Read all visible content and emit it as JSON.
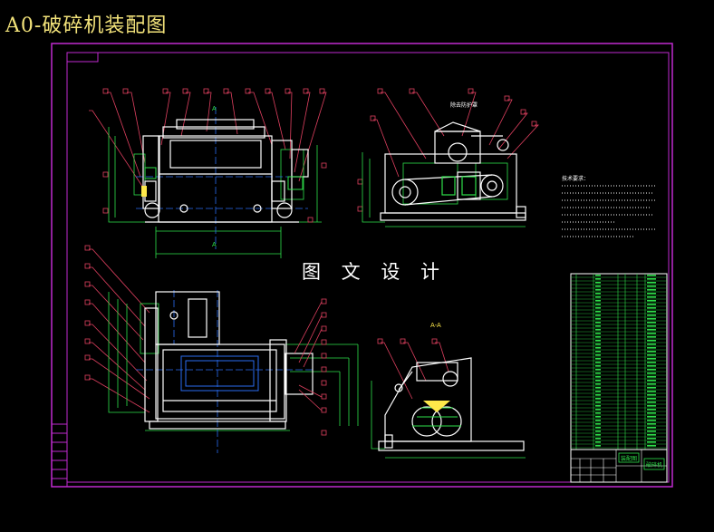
{
  "title": "A0-破碎机装配图",
  "watermark": "图 文 设 计",
  "section_label": "A-A",
  "colors": {
    "background": "#000000",
    "title_text": "#f2e27a",
    "frame_border": "#c02ad0",
    "part_outline": "#ffffff",
    "leader_lines": "#e04060",
    "dimension_lines": "#2ee04a",
    "center_lines": "#2a6cf0",
    "section_highlight": "#ffe94a",
    "bom_table_text": "#2ee04a"
  }
}
